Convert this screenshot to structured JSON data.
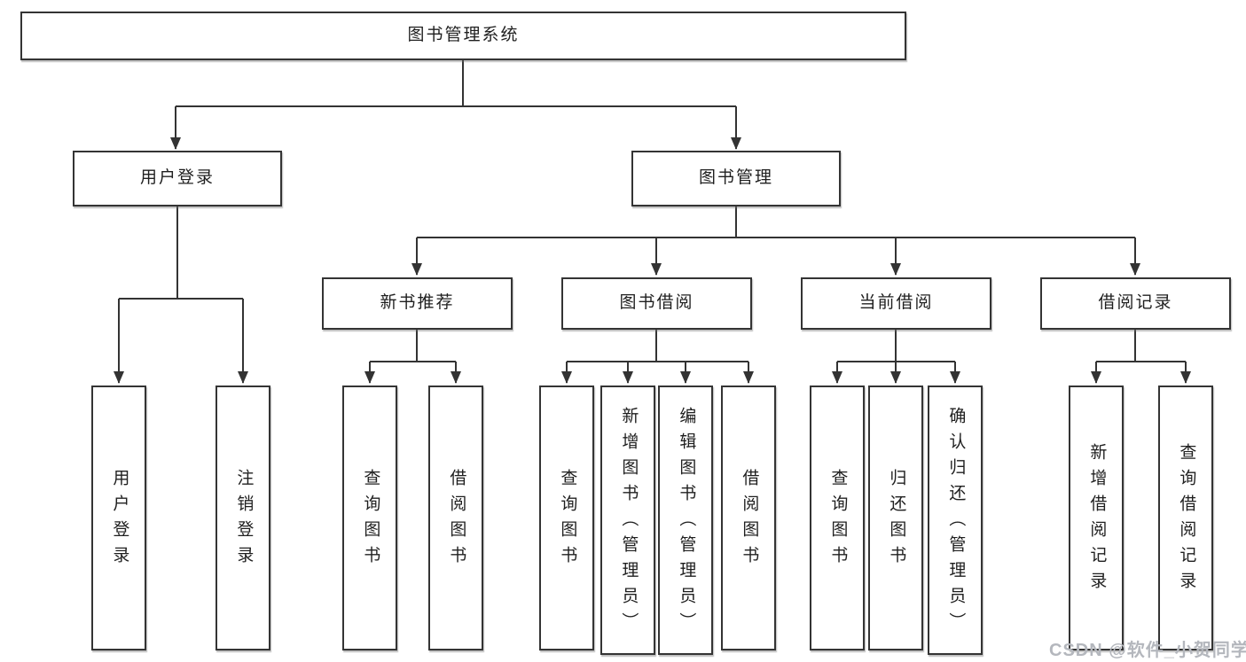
{
  "diagram": {
    "root": {
      "label": "图书管理系统"
    },
    "level2": [
      {
        "label": "用户登录"
      },
      {
        "label": "图书管理"
      }
    ],
    "level3": [
      {
        "label": "新书推荐"
      },
      {
        "label": "图书借阅"
      },
      {
        "label": "当前借阅"
      },
      {
        "label": "借阅记录"
      }
    ],
    "leaves": [
      {
        "label": "用户登录"
      },
      {
        "label": "注销登录"
      },
      {
        "label": "查询图书"
      },
      {
        "label": "借阅图书"
      },
      {
        "label": "查询图书"
      },
      {
        "label": "新增图书（管理员）"
      },
      {
        "label": "编辑图书（管理员）"
      },
      {
        "label": "借阅图书"
      },
      {
        "label": "查询图书"
      },
      {
        "label": "归还图书"
      },
      {
        "label": "确认归还（管理员）"
      },
      {
        "label": "新增借阅记录"
      },
      {
        "label": "查询借阅记录"
      }
    ]
  },
  "watermark": {
    "text": "CSDN @软件_小贺同学"
  },
  "colors": {
    "line": "#333333",
    "box_border": "#343434",
    "box_fill": "#ffffff",
    "text": "#1f1f1f",
    "watermark": "#b4b7bd"
  }
}
